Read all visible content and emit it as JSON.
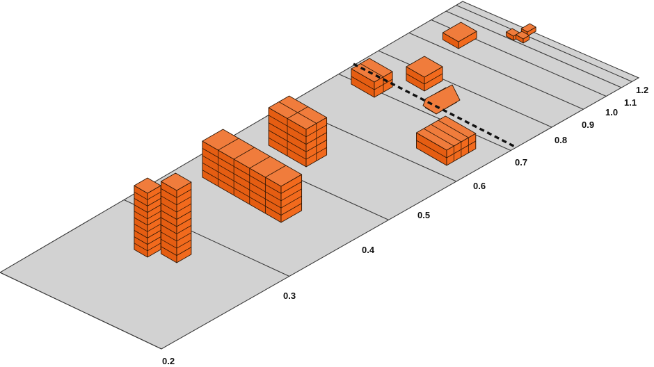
{
  "scale_labels": [
    "0.2",
    "0.3",
    "0.4",
    "0.5",
    "0.6",
    "0.7",
    "0.8",
    "0.9",
    "1.0",
    "1.1",
    "1.2"
  ],
  "colors": {
    "plane": "#d2d2d2",
    "grid": "#3a3a3a",
    "top": "#f07c3c",
    "right": "#f26a1d",
    "left": "#e55d12",
    "edge": "#2a1505",
    "threshold": "#111111"
  },
  "threshold_line": {
    "from_value": "0.7",
    "style": "dashed"
  }
}
